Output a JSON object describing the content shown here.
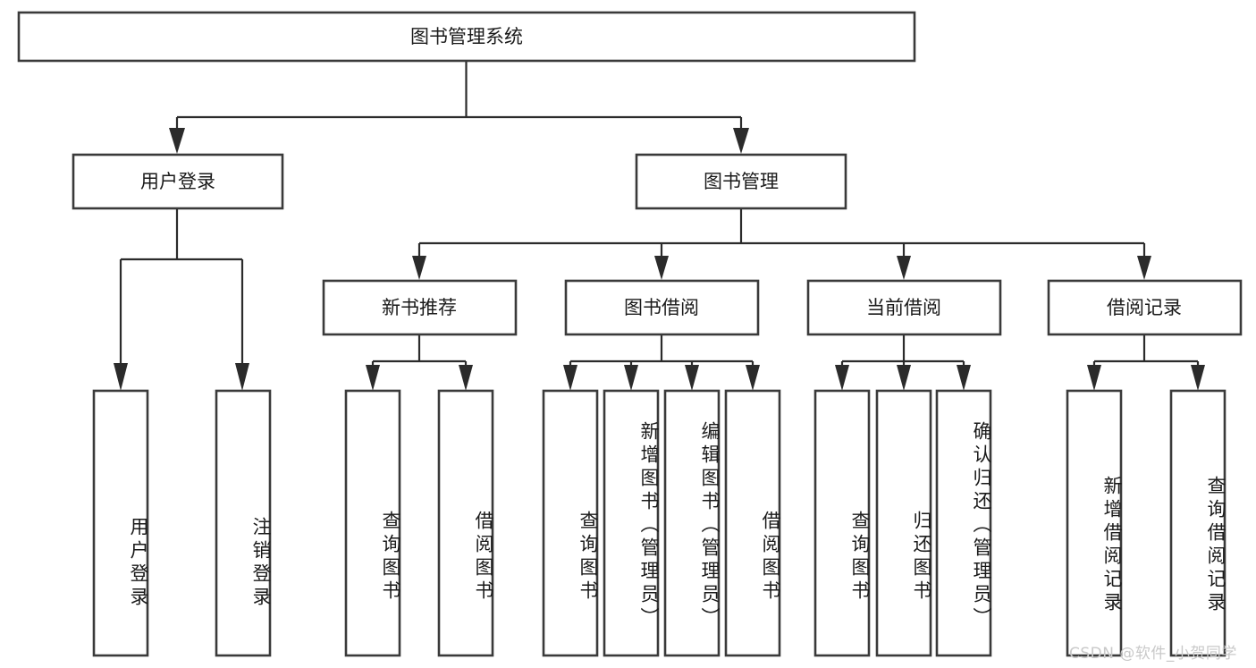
{
  "diagram": {
    "title": "图书管理系统",
    "type": "tree-hierarchy-chart",
    "root": {
      "label": "图书管理系统"
    },
    "level2": [
      {
        "label": "用户登录"
      },
      {
        "label": "图书管理"
      }
    ],
    "level3": [
      {
        "label": "新书推荐"
      },
      {
        "label": "图书借阅"
      },
      {
        "label": "当前借阅"
      },
      {
        "label": "借阅记录"
      }
    ],
    "leaves": [
      {
        "label": "用户登录"
      },
      {
        "label": "注销登录"
      },
      {
        "label": "查询图书"
      },
      {
        "label": "借阅图书"
      },
      {
        "label": "查询图书"
      },
      {
        "label": "新增图书（管理员）"
      },
      {
        "label": "编辑图书（管理员）"
      },
      {
        "label": "借阅图书"
      },
      {
        "label": "查询图书"
      },
      {
        "label": "归还图书"
      },
      {
        "label": "确认归还（管理员）"
      },
      {
        "label": "新增借阅记录"
      },
      {
        "label": "查询借阅记录"
      }
    ],
    "watermark": "CSDN @软件_小贺同学",
    "colors": {
      "box_stroke": "#3a3a3a",
      "connector": "#2b2b2b",
      "box_fill": "#ffffff",
      "text": "#1a1a1a",
      "watermark": "#c9c9c9",
      "background": "#ffffff"
    }
  }
}
